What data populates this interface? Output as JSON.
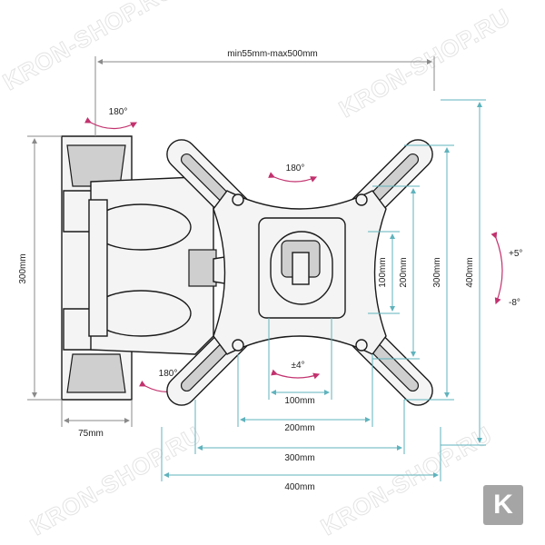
{
  "watermark": "KRON-SHOP.RU",
  "logo_letter": "K",
  "labels": {
    "top_span": "min55mm-max500mm",
    "rot_top_left": "180°",
    "rot_center": "180°",
    "rot_bottom_left": "180°",
    "side_height": "300mm",
    "side_depth": "75mm",
    "tilt_up": "+5°",
    "tilt_down": "-8°",
    "level": "±4°",
    "vesa_h100": "100mm",
    "vesa_h200": "200mm",
    "vesa_h300": "300mm",
    "vesa_h400": "400mm",
    "vesa_v100": "100mm",
    "vesa_v200": "200mm",
    "vesa_v300": "300mm",
    "vesa_v400": "400mm"
  },
  "colors": {
    "dimension_gray": "#8a8a8a",
    "dimension_teal": "#5fb3bd",
    "rotation_arrow": "#c2326e",
    "logo_bg": "#a5a5a5"
  }
}
